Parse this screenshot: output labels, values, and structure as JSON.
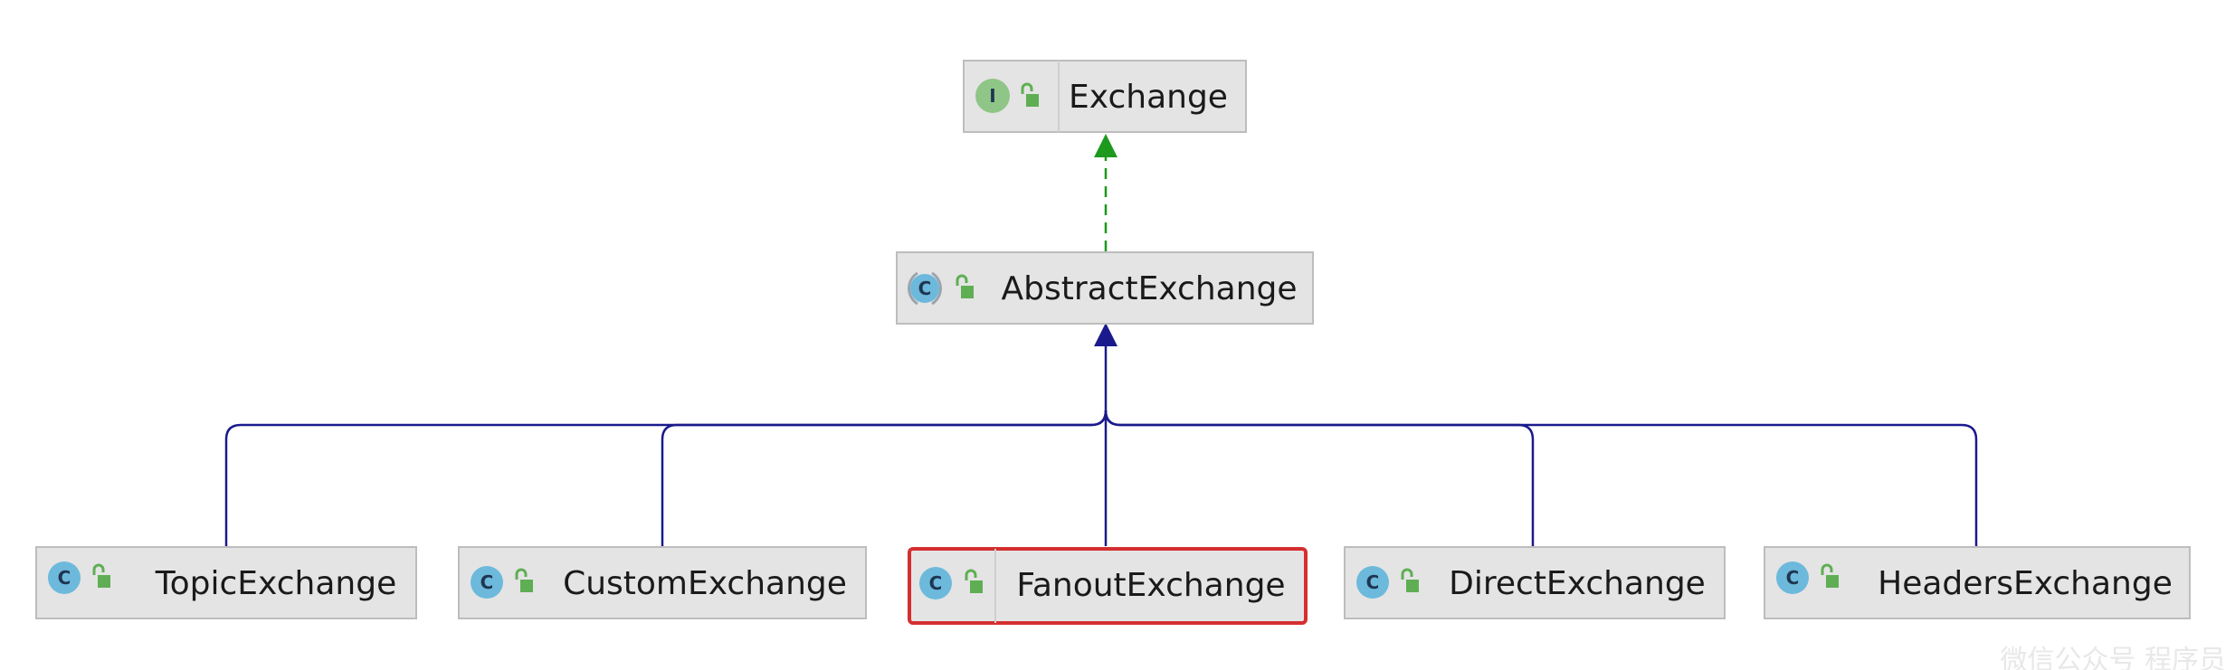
{
  "nodes": {
    "exchange": {
      "label": "Exchange",
      "kind": "interface",
      "kind_letter": "I"
    },
    "abstract_exchange": {
      "label": "AbstractExchange",
      "kind": "abstract-class",
      "kind_letter": "C"
    },
    "topic_exchange": {
      "label": "TopicExchange",
      "kind": "class",
      "kind_letter": "C"
    },
    "custom_exchange": {
      "label": "CustomExchange",
      "kind": "class",
      "kind_letter": "C"
    },
    "fanout_exchange": {
      "label": "FanoutExchange",
      "kind": "class",
      "kind_letter": "C",
      "selected": true
    },
    "direct_exchange": {
      "label": "DirectExchange",
      "kind": "class",
      "kind_letter": "C"
    },
    "headers_exchange": {
      "label": "HeadersExchange",
      "kind": "class",
      "kind_letter": "C"
    }
  },
  "edges": [
    {
      "from": "abstract_exchange",
      "to": "exchange",
      "type": "implements"
    },
    {
      "from": "topic_exchange",
      "to": "abstract_exchange",
      "type": "extends"
    },
    {
      "from": "custom_exchange",
      "to": "abstract_exchange",
      "type": "extends"
    },
    {
      "from": "fanout_exchange",
      "to": "abstract_exchange",
      "type": "extends"
    },
    {
      "from": "direct_exchange",
      "to": "abstract_exchange",
      "type": "extends"
    },
    {
      "from": "headers_exchange",
      "to": "abstract_exchange",
      "type": "extends"
    }
  ],
  "colors": {
    "interface_icon": "#8fc586",
    "class_icon": "#6cb9dc",
    "visibility_lock": "#5fae54",
    "extends_edge": "#1a1a8c",
    "implements_edge": "#1d9a1d",
    "selection_border": "#d42f2f",
    "node_fill": "#e4e4e4"
  },
  "watermark": "微信公众号 程序员"
}
